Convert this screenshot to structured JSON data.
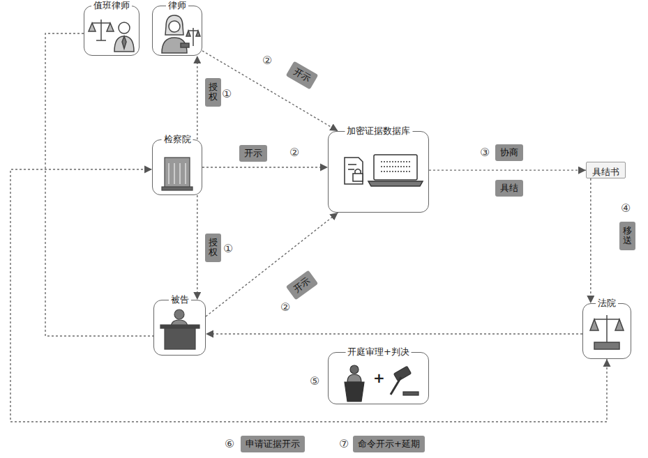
{
  "diagram": {
    "nodes": [
      {
        "text": [
          "值班律师"
        ]
      },
      {
        "text": [
          "律师"
        ]
      },
      {
        "text": [
          "检察院"
        ]
      },
      {
        "text": [
          "加密证据数据库"
        ]
      },
      {
        "text": [
          "具结书"
        ]
      },
      {
        "text": [
          "被告"
        ]
      },
      {
        "text": [
          "法院"
        ]
      },
      {
        "text": [
          "开庭审理+判决"
        ]
      }
    ],
    "edges": [
      {
        "from": 2,
        "to": 1,
        "arrow": "to",
        "label": "授权"
      },
      {
        "from": 1,
        "to": 3,
        "arrow": "to",
        "label": "开示"
      },
      {
        "from": 2,
        "to": 3,
        "arrow": "to",
        "label": "开示"
      },
      {
        "from": 3,
        "to": 4,
        "arrow": "to",
        "label": "协商"
      },
      {
        "from": 4,
        "to": 6,
        "arrow": "to",
        "label": "移送"
      },
      {
        "from": 2,
        "to": 5,
        "arrow": "to",
        "label": "授权"
      },
      {
        "from": 5,
        "to": 3,
        "arrow": "to",
        "label": "开示"
      },
      {
        "from": 6,
        "to": 5,
        "arrow": "to"
      },
      {
        "from": 6,
        "to": 2,
        "arrow": "both",
        "label": "申请证据开示"
      },
      {
        "from": 0,
        "to": 5,
        "arrow": "none"
      }
    ],
    "labels": [
      "①",
      "②",
      "③",
      "④",
      "⑤",
      "⑥",
      "⑦",
      "①",
      "②",
      "②",
      "具结",
      "命令开示+延期",
      "+"
    ]
  }
}
